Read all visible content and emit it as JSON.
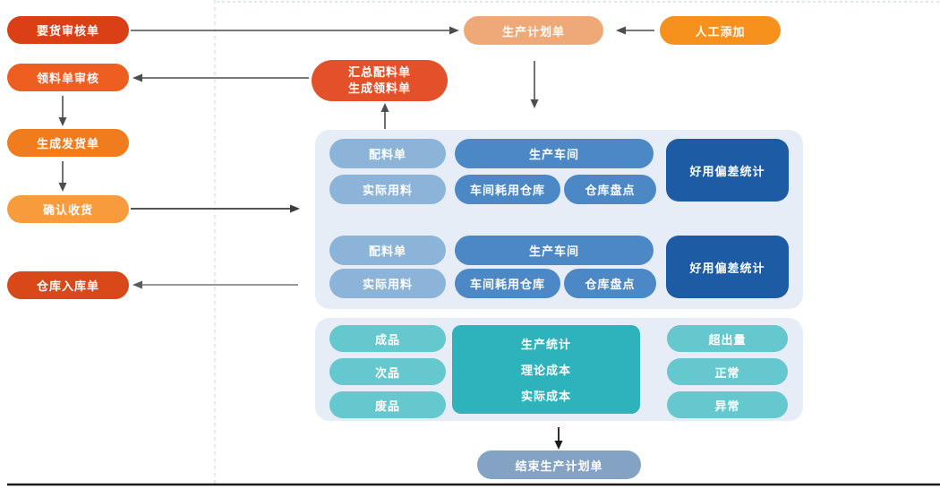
{
  "left_flow": {
    "items": [
      {
        "label": "要货审核单",
        "color": "#da3f16"
      },
      {
        "label": "领料单审核",
        "color": "#ee5e21"
      },
      {
        "label": "生成发货单",
        "color": "#f07c1d"
      },
      {
        "label": "确认收货",
        "color": "#f89b3d"
      },
      {
        "label": "仓库入库单",
        "color": "#d94818"
      }
    ]
  },
  "top_flow": {
    "production_plan": {
      "label": "生产计划单",
      "color": "#efa877"
    },
    "manual_add": {
      "label": "人工添加",
      "color": "#f6911e"
    },
    "summary_note": {
      "line1": "汇总配料单",
      "line2": "生成领料单",
      "color": "#e3512a"
    }
  },
  "production_area": {
    "background": "#e7edf6",
    "pill_colors": {
      "light": "#8cb4d9",
      "medium": "#4d88c6",
      "dark": "#1d5ca4"
    },
    "groups": [
      {
        "batching_list": "配料单",
        "workshop": "生产车间",
        "actual_material": "实际用料",
        "workshop_consume_warehouse": "车间耗用仓库",
        "warehouse_stocktake": "仓库盘点",
        "usage_deviation_stats": "好用偏差统计"
      },
      {
        "batching_list": "配料单",
        "workshop": "生产车间",
        "actual_material": "实际用料",
        "workshop_consume_warehouse": "车间耗用仓库",
        "warehouse_stocktake": "仓库盘点",
        "usage_deviation_stats": "好用偏差统计"
      }
    ]
  },
  "stats_area": {
    "background": "#e7edf6",
    "pill_color": "#66c8cf",
    "box_color": "#2eb2bb",
    "left_items": [
      "成品",
      "次品",
      "废品"
    ],
    "center_items": [
      "生产统计",
      "理论成本",
      "实际成本"
    ],
    "right_items": [
      "超出量",
      "正常",
      "异常"
    ]
  },
  "end_node": {
    "label": "结束生产计划单",
    "color": "#84a3c4"
  }
}
